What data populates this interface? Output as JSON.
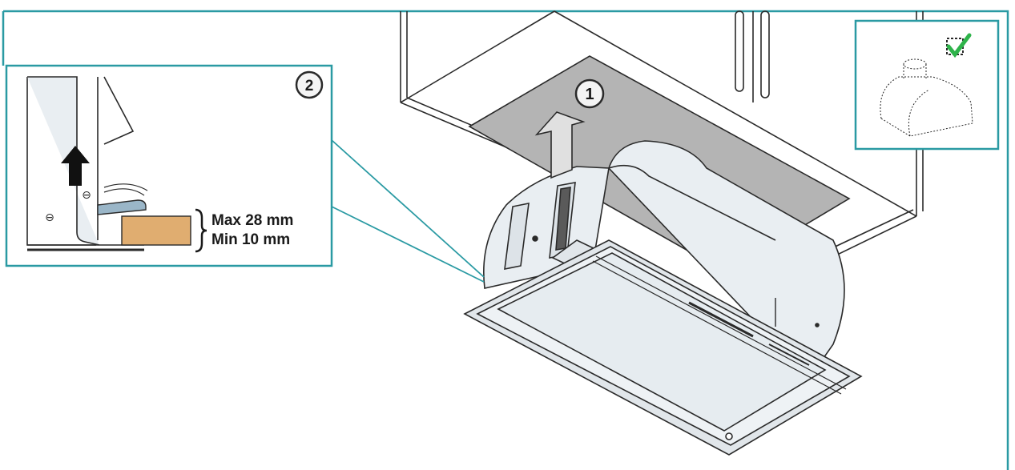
{
  "steps": {
    "lift": "1",
    "clamp": "2"
  },
  "detail": {
    "max_label": "Max 28 mm",
    "min_label": "Min 10 mm",
    "screw_symbol_a": "⊖",
    "screw_symbol_b": "⊖"
  },
  "colors": {
    "frame_teal": "#2a9aa3",
    "check_green": "#2eb34a",
    "wood": "#e0ad70",
    "cutout_gray": "#b4b4b4",
    "line": "#2a2a2a"
  },
  "icons": {
    "arrow_up": "arrow-up-icon",
    "check": "checkmark-icon",
    "hood_outline": "hood-outline-icon"
  }
}
